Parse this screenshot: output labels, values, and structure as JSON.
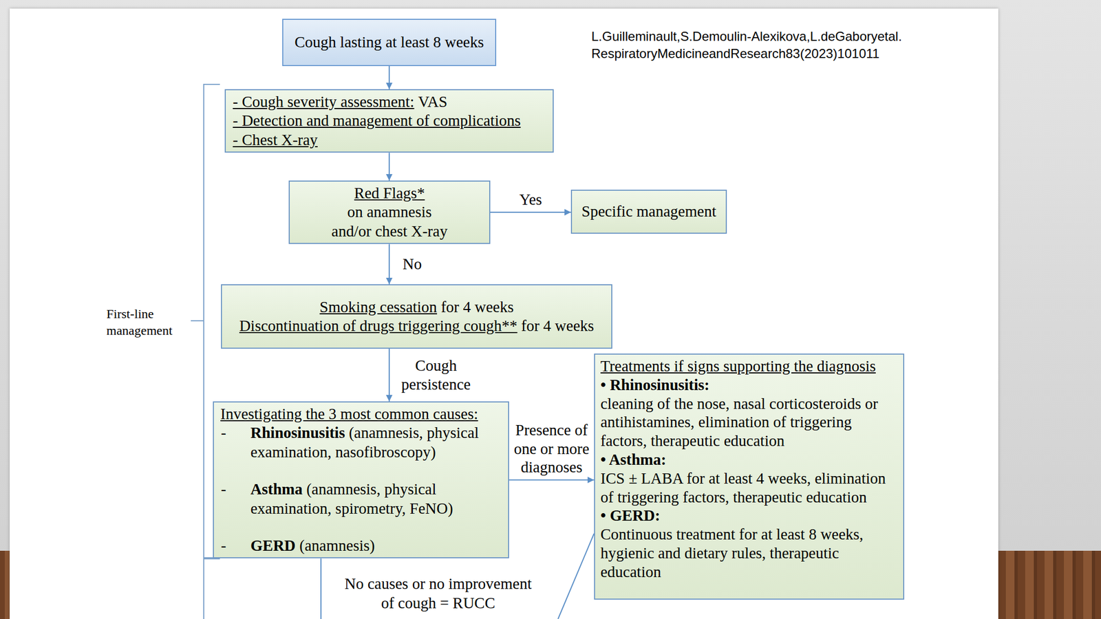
{
  "diagram": {
    "nodes": [
      {
        "text": [
          "Cough lasting at least 8 weeks"
        ]
      },
      {
        "text": [
          "- Cough severity assessment:",
          "VAS",
          "- Detection and management of complications",
          "- Chest X-ray"
        ]
      },
      {
        "text": [
          "Red Flags*",
          "on anamnesis and/or chest X-ray"
        ]
      },
      {
        "text": [
          "Specific management"
        ]
      },
      {
        "text": [
          "Smoking cessation",
          "for 4 weeks",
          "Discontinuation of drugs triggering cough**",
          "for 4 weeks"
        ]
      },
      {
        "text": [
          "Investigating the 3 most common causes:",
          "-",
          "Rhinosinusitis",
          "(anamnesis, physical examination, nasofibroscopy)",
          "-",
          "Asthma",
          "(anamnesis, physical examination, spirometry, FeNO)",
          "-",
          "GERD",
          "(anamnesis)"
        ]
      },
      {
        "text": [
          "Treatments if signs supporting the diagnosis",
          "• Rhinosinusitis:",
          "cleaning of the nose, nasal corticosteroids or antihistamines, elimination of triggering factors, therapeutic education",
          "• Asthma:",
          "ICS ± LABA for at least 4 weeks, elimination of triggering factors, therapeutic education",
          "• GERD:",
          "Continuous treatment for at least 8 weeks, hygienic and dietary rules, therapeutic education"
        ]
      }
    ],
    "edges": [
      {
        "from": 0,
        "to": 1,
        "arrow": "to"
      },
      {
        "from": 1,
        "to": 2,
        "arrow": "to"
      },
      {
        "from": 2,
        "to": 3,
        "label": "Yes",
        "arrow": "to"
      },
      {
        "from": 2,
        "to": 4,
        "label": "No",
        "arrow": "to"
      },
      {
        "from": 4,
        "to": 5,
        "label": "Cough persistence",
        "arrow": "to"
      },
      {
        "from": 5,
        "to": 6,
        "label": "Presence of one or more diagnoses",
        "arrow": "to"
      }
    ],
    "labels": [
      "L.Guilleminault,S.Demoulin-Alexikova,L.deGaboryetal.",
      "RespiratoryMedicineandResearch83(2023)101011",
      "First-line management",
      "No causes or no improvement of cough = RUCC"
    ]
  }
}
